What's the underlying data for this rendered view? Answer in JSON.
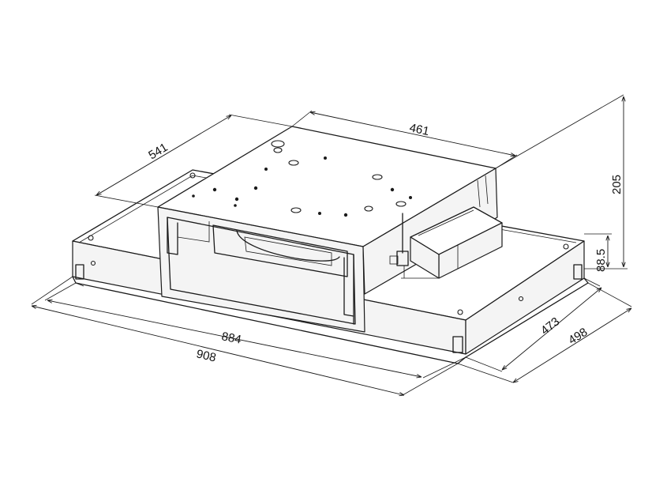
{
  "dimensions": {
    "d461": "461",
    "d541": "541",
    "d205": "205",
    "d88_5": "88.5",
    "d884": "884",
    "d908": "908",
    "d473": "473",
    "d498": "498"
  }
}
